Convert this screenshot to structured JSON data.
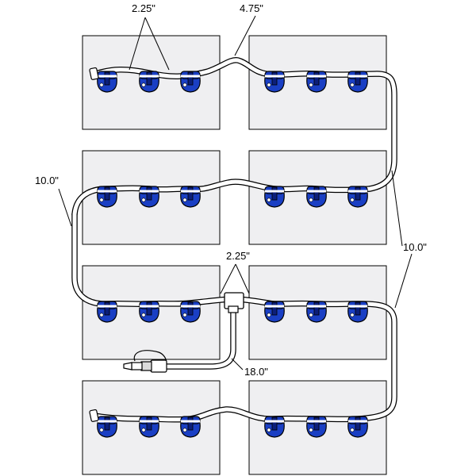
{
  "diagram": {
    "labels": {
      "cap_spacing_top": "2.25\"",
      "jumper_top": "4.75\"",
      "left_run": "10.0\"",
      "right_run": "10.0\"",
      "tee_spacing": "2.25\"",
      "fill_hose": "18.0\""
    },
    "colors": {
      "panel_fill": "#efeff1",
      "outline": "#000000",
      "cap_blue": "#1a3fc4",
      "cap_dark": "#0c1f7a",
      "tube": "#ffffff"
    },
    "rows": 4,
    "batteries_per_row": 2,
    "caps_per_battery": 3
  }
}
